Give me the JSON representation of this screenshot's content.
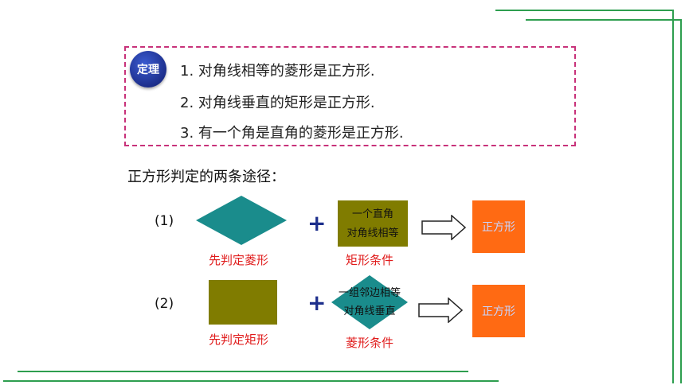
{
  "theorem": {
    "badge": "定理",
    "lines": [
      "1. 对角线相等的菱形是正方形.",
      "2. 对角线垂直的矩形是正方形.",
      "3. 有一个角是直角的菱形是正方形."
    ]
  },
  "section_title": "正方形判定的两条途径：",
  "path1": {
    "number": "(1)",
    "first_caption": "先判定菱形",
    "plus": "+",
    "condition_lines": [
      "一个直角",
      "对角线相等"
    ],
    "condition_caption": "矩形条件",
    "result": "正方形"
  },
  "path2": {
    "number": "(2)",
    "first_caption": "先判定矩形",
    "plus": "+",
    "condition_lines": [
      "一组邻边相等",
      "对角线垂直"
    ],
    "condition_caption": "菱形条件",
    "result": "正方形"
  },
  "colors": {
    "teal": "#1a8c8c",
    "olive": "#807c00",
    "orange": "#ff6a13",
    "green_line": "#2e9e4f",
    "dash_border": "#c8327a",
    "badge": "#1d2f8c",
    "caption_red": "#e01b1b"
  }
}
